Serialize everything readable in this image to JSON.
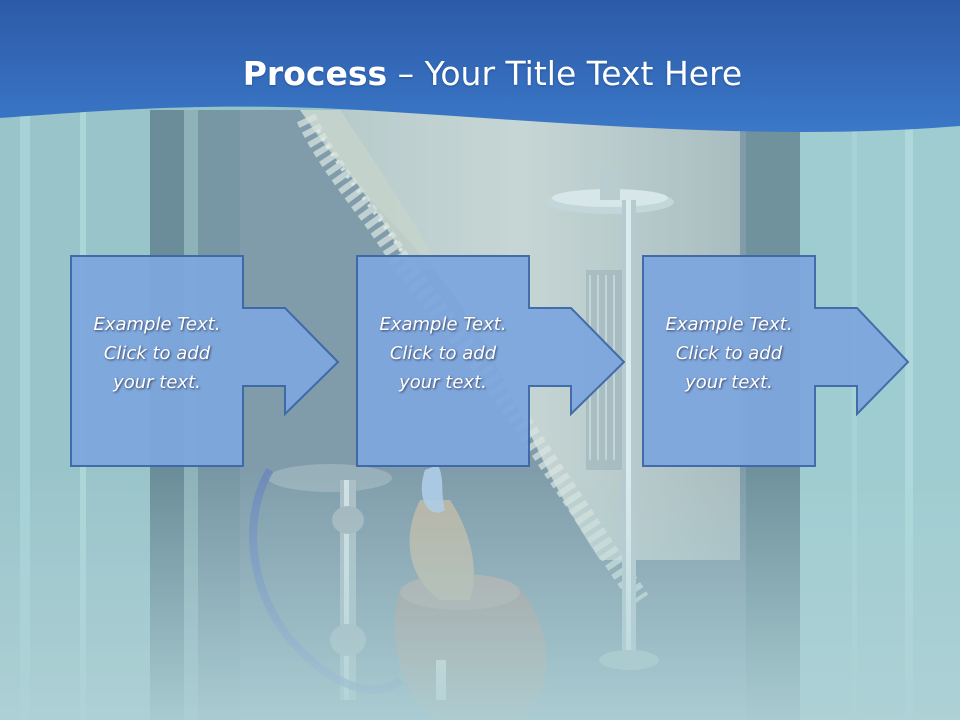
{
  "slide": {
    "title_bold": "Process",
    "title_rest": " – Your Title Text Here"
  },
  "steps": [
    {
      "line1": "Example Text.",
      "line2": "Click  to add",
      "line3": "your text."
    },
    {
      "line1": "Example Text.",
      "line2": "Click  to add",
      "line3": "your text."
    },
    {
      "line1": "Example Text.",
      "line2": "Click  to add",
      "line3": "your text."
    }
  ],
  "colors": {
    "header_band": "#3a73c2",
    "box_fill": "#7ea7de",
    "box_border": "#3c68a8",
    "arrow_fill": "#6f9ad6"
  }
}
